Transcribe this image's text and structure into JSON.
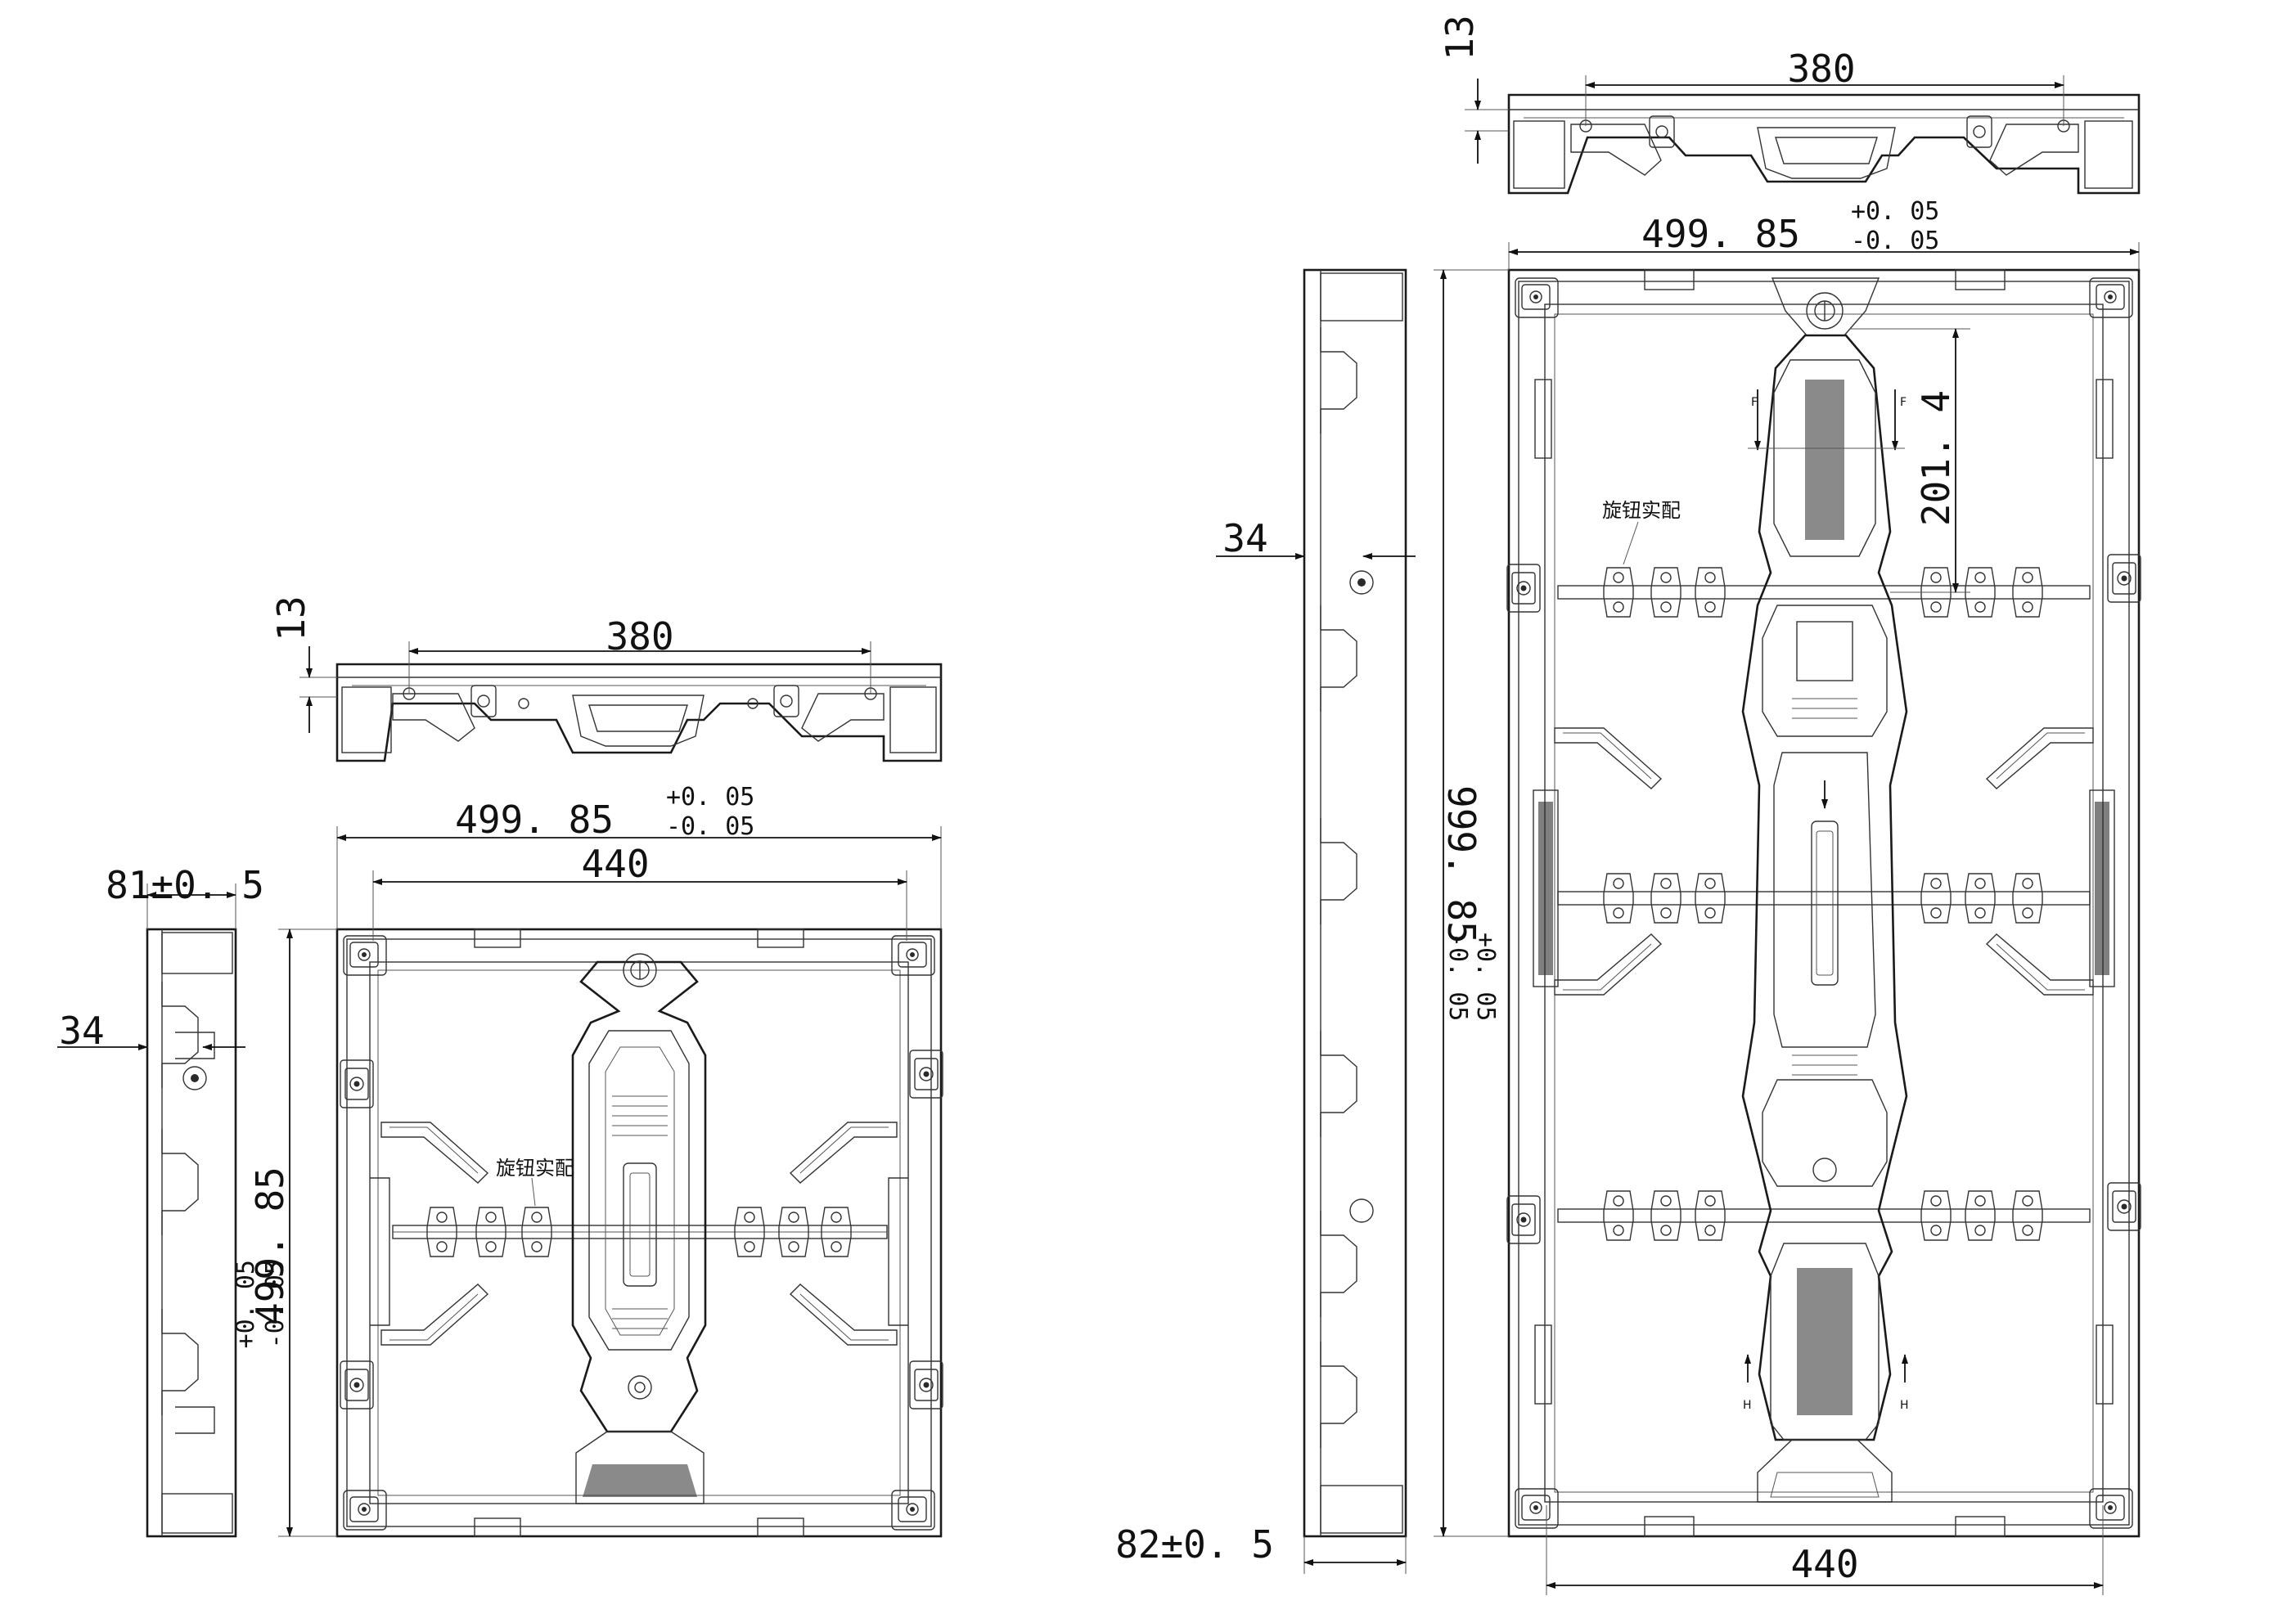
{
  "small_panel": {
    "top_view": {
      "dim_width": "380",
      "dim_thickness": "13"
    },
    "front_view": {
      "dim_overall_width": "499. 85",
      "dim_overall_width_tol_upper": "+0. 05",
      "dim_overall_width_tol_lower": "-0. 05",
      "dim_inner_width": "440",
      "dim_height": "499. 85",
      "dim_height_tol_upper": "+0. 05",
      "dim_height_tol_lower": "-0. 05",
      "note": "旋钮实配"
    },
    "side_view": {
      "dim_depth": "81±0. 5",
      "dim_offset": "34"
    }
  },
  "large_panel": {
    "top_view": {
      "dim_width": "380",
      "dim_thickness": "13"
    },
    "front_view": {
      "dim_overall_width": "499. 85",
      "dim_overall_width_tol_upper": "+0. 05",
      "dim_overall_width_tol_lower": "-0. 05",
      "dim_inner_width": "440",
      "dim_height": "999. 85",
      "dim_height_tol_upper": "+0. 05",
      "dim_height_tol_lower": "-0. 05",
      "dim_handle": "201. 4",
      "note": "旋钮实配",
      "section_marks": [
        "F",
        "F",
        "H",
        "H"
      ]
    },
    "side_view": {
      "dim_depth": "82±0. 5",
      "dim_offset": "34"
    }
  }
}
